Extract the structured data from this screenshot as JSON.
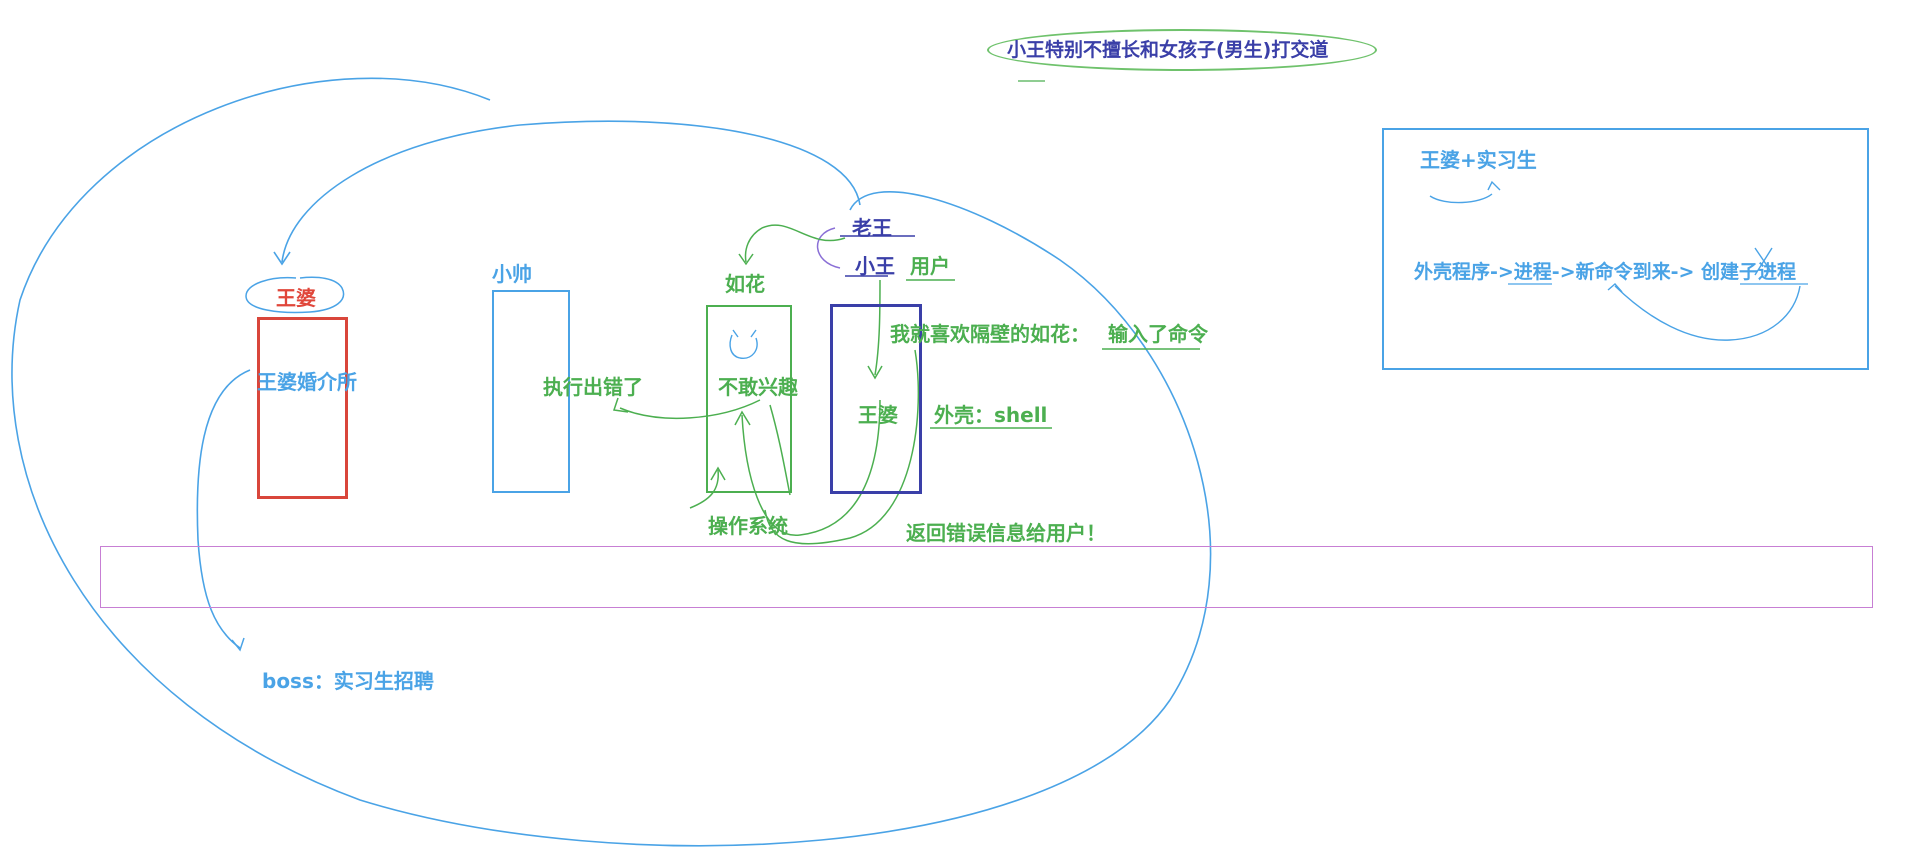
{
  "colors": {
    "blue": "#4aa3e6",
    "green": "#4caf50",
    "red": "#e0463a",
    "navy": "#3a3fa8",
    "purple": "#c77fd4"
  },
  "note": "小王特别不擅长和女孩子(男生)打交道",
  "actors": {
    "wangpo": {
      "name": "王婆",
      "box_text": "王婆婚介所"
    },
    "xiaoshuai": {
      "name": "小帅",
      "box_text": "执行出错了"
    },
    "ruhua": {
      "name": "如花",
      "box_text": "不敢兴趣"
    },
    "laowang": {
      "name": "老王"
    },
    "xiaowang": {
      "name": "小王",
      "role": "用户",
      "box_text": "王婆"
    }
  },
  "annotations": {
    "likes": "我就喜欢隔壁的如花：",
    "input_cmd": "输入了命令",
    "shell": "外壳：shell",
    "os": "操作系统",
    "return_error": "返回错误信息给用户！",
    "boss": "boss：实习生招聘"
  },
  "right_panel": {
    "title": "王婆+实习生",
    "flow": "外壳程序->进程->新命令到来-> 创建子进程"
  }
}
